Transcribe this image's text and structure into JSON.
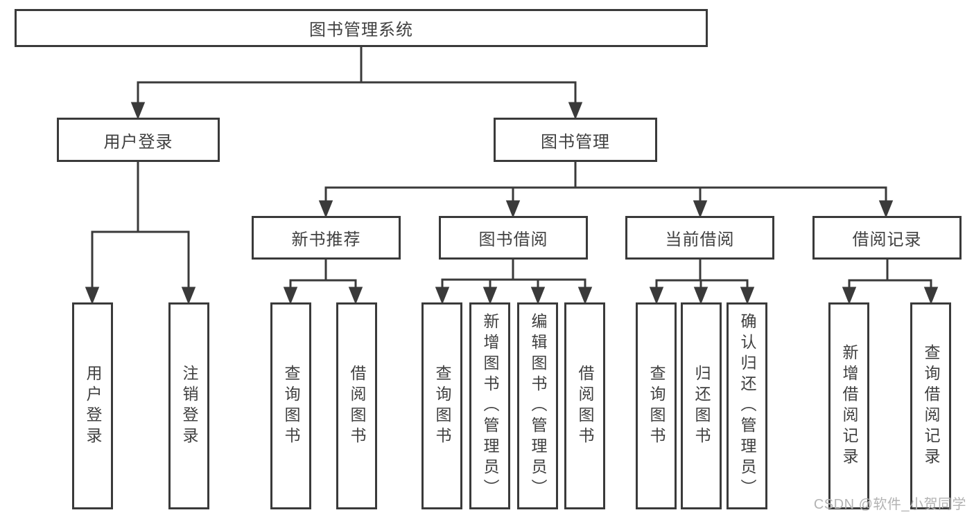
{
  "diagram": {
    "root": {
      "label": "图书管理系统"
    },
    "user_login": {
      "label": "用户登录",
      "children": {
        "login": {
          "label": "用户登录"
        },
        "logout": {
          "label": "注销登录"
        }
      }
    },
    "book_management": {
      "label": "图书管理",
      "new_book_recommend": {
        "label": "新书推荐",
        "children": {
          "query_books": {
            "label": "查询图书"
          },
          "borrow_books": {
            "label": "借阅图书"
          }
        }
      },
      "book_borrowing": {
        "label": "图书借阅",
        "children": {
          "query_books": {
            "label": "查询图书"
          },
          "add_books": {
            "label": "新增图书（管理员）"
          },
          "edit_books": {
            "label": "编辑图书（管理员）"
          },
          "borrow_books": {
            "label": "借阅图书"
          }
        }
      },
      "current_borrowing": {
        "label": "当前借阅",
        "children": {
          "query_books": {
            "label": "查询图书"
          },
          "return_books": {
            "label": "归还图书"
          },
          "confirm_return": {
            "label": "确认归还（管理员）"
          }
        }
      },
      "borrowing_records": {
        "label": "借阅记录",
        "children": {
          "add_record": {
            "label": "新增借阅记录"
          },
          "query_record": {
            "label": "查询借阅记录"
          }
        }
      }
    }
  },
  "colors": {
    "line": "#3a3a3a",
    "text": "#404040",
    "watermark": "#b3b3b3",
    "background": "#ffffff"
  },
  "watermark": {
    "label": "CSDN @软件_小贺同学"
  }
}
